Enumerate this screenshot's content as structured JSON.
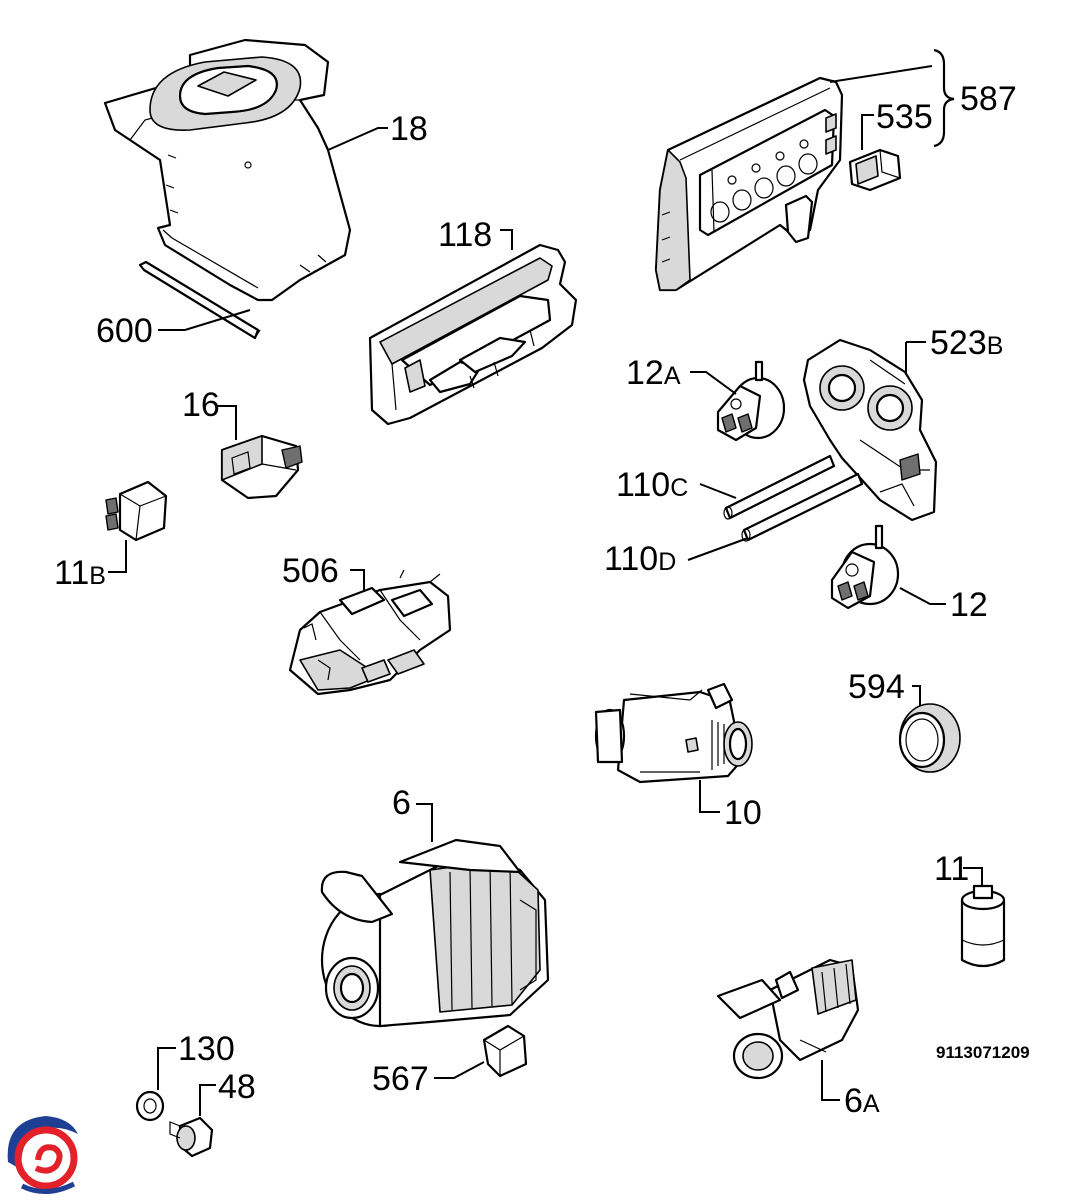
{
  "diagram_code": "9113071209",
  "group": {
    "label": "587",
    "members": [
      "535"
    ]
  },
  "parts": [
    {
      "id": "18",
      "main": "18",
      "suffix": ""
    },
    {
      "id": "600",
      "main": "600",
      "suffix": ""
    },
    {
      "id": "118",
      "main": "118",
      "suffix": ""
    },
    {
      "id": "587",
      "main": "587",
      "suffix": ""
    },
    {
      "id": "535",
      "main": "535",
      "suffix": ""
    },
    {
      "id": "16",
      "main": "16",
      "suffix": ""
    },
    {
      "id": "11B",
      "main": "11",
      "suffix": "B"
    },
    {
      "id": "12A",
      "main": "12",
      "suffix": "A"
    },
    {
      "id": "523B",
      "main": "523",
      "suffix": "B"
    },
    {
      "id": "110C",
      "main": "110",
      "suffix": "C"
    },
    {
      "id": "110D",
      "main": "110",
      "suffix": "D"
    },
    {
      "id": "506",
      "main": "506",
      "suffix": ""
    },
    {
      "id": "12",
      "main": "12",
      "suffix": ""
    },
    {
      "id": "594",
      "main": "594",
      "suffix": ""
    },
    {
      "id": "10",
      "main": "10",
      "suffix": ""
    },
    {
      "id": "6",
      "main": "6",
      "suffix": ""
    },
    {
      "id": "11",
      "main": "11",
      "suffix": ""
    },
    {
      "id": "130",
      "main": "130",
      "suffix": ""
    },
    {
      "id": "48",
      "main": "48",
      "suffix": ""
    },
    {
      "id": "567",
      "main": "567",
      "suffix": ""
    },
    {
      "id": "6A",
      "main": "6",
      "suffix": "A"
    }
  ],
  "logo": {
    "colors": {
      "blue": "#1f3f95",
      "red": "#e4202a"
    }
  }
}
